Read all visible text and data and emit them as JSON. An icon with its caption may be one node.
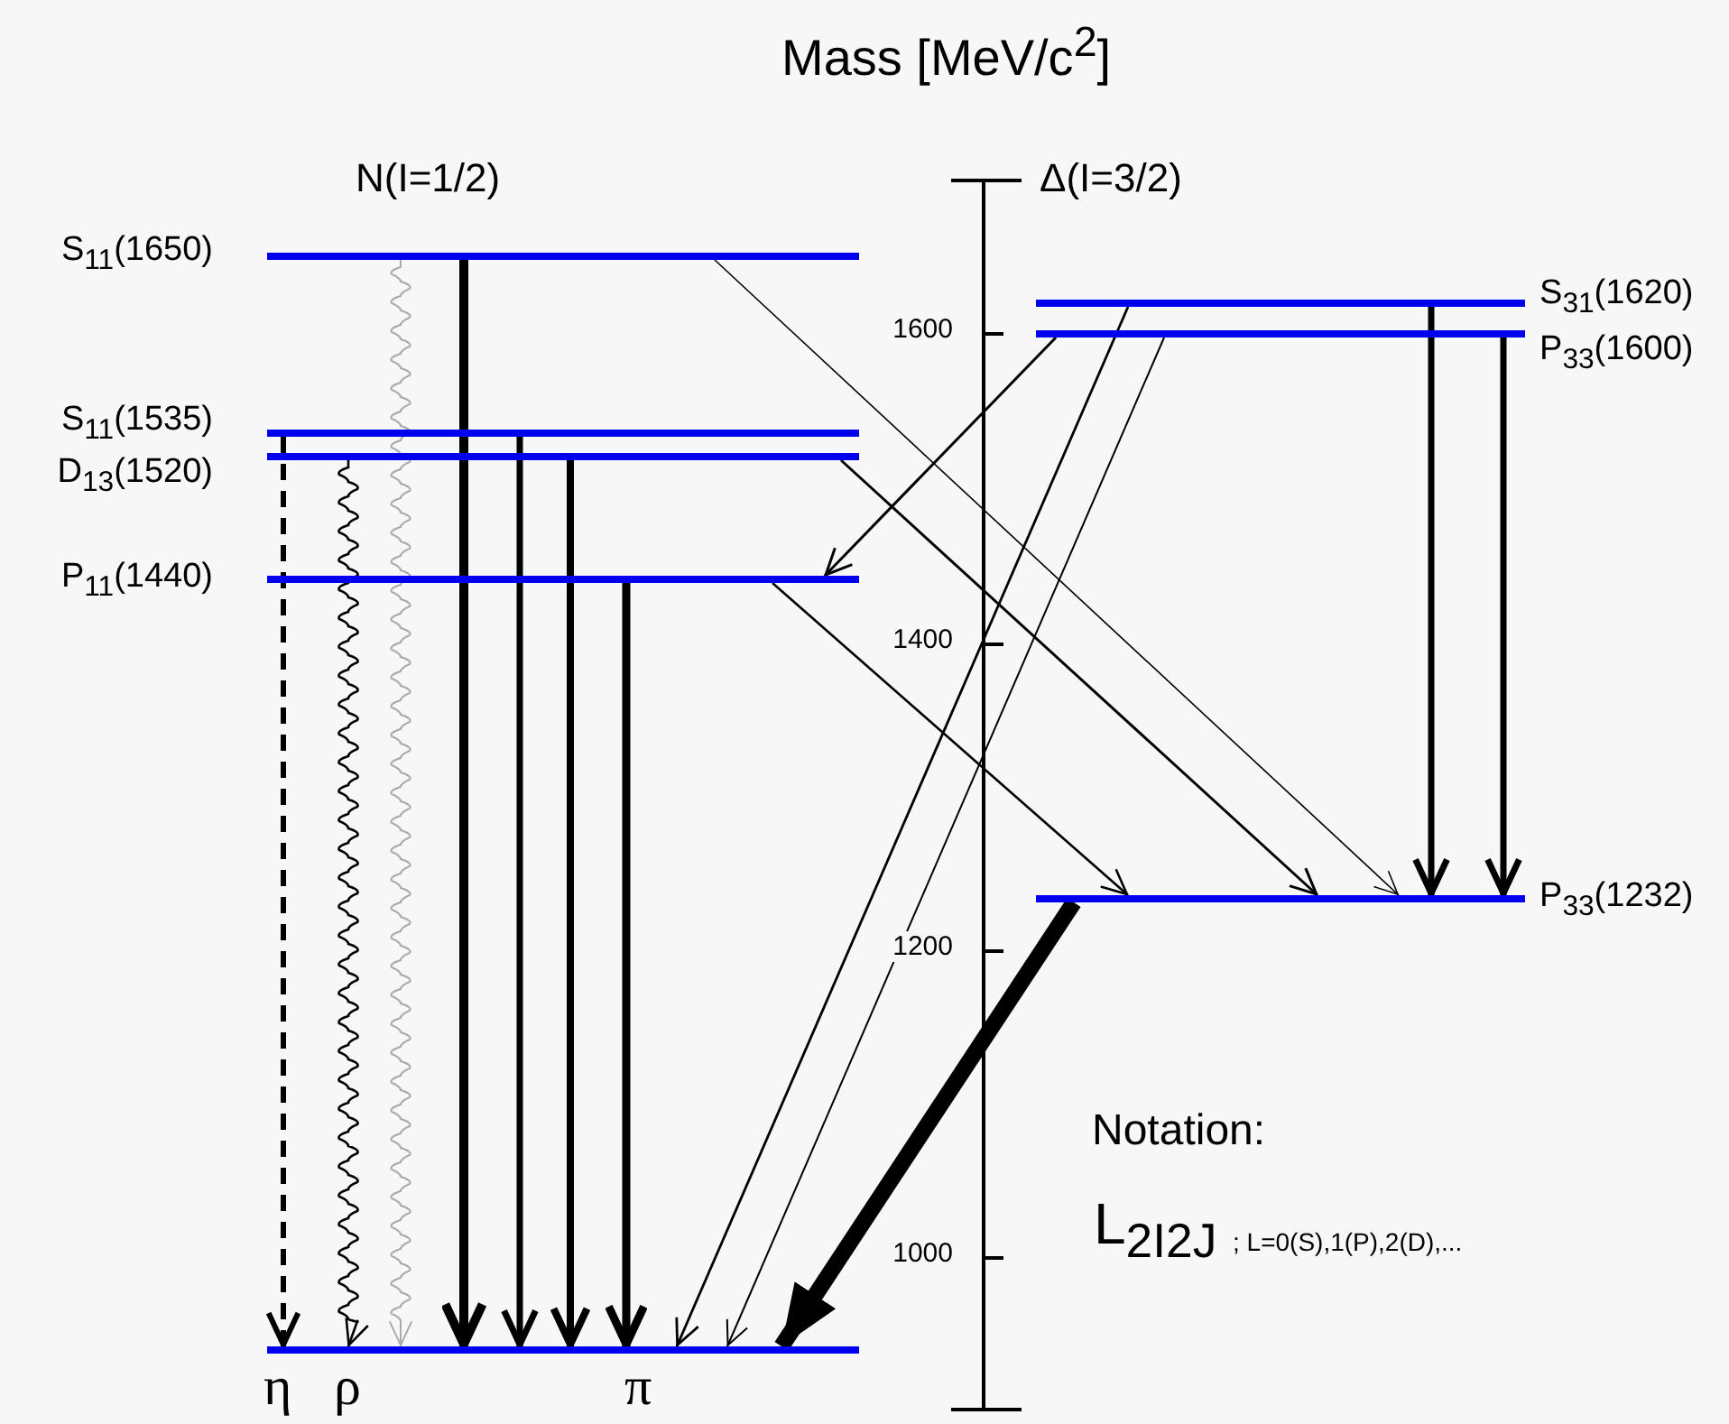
{
  "diagram": {
    "title": "Mass [MeV/c$^{2}$]",
    "nodes": [
      {
        "text": [
          "S$_{11}$(1650)"
        ]
      },
      {
        "text": [
          "S$_{11}$(1535)"
        ]
      },
      {
        "text": [
          "D$_{13}$(1520)"
        ]
      },
      {
        "text": [
          "P$_{11}$(1440)"
        ]
      },
      {
        "text": [],
        "shape": "bar"
      },
      {
        "text": [
          "S$_{31}$(1620)"
        ]
      },
      {
        "text": [
          "P$_{33}$(1600)"
        ]
      },
      {
        "text": [
          "P$_{33}$(1232)"
        ]
      }
    ],
    "edges": [
      {
        "from": 1,
        "to": 4,
        "arrow": "to",
        "style": "dashed"
      },
      {
        "from": 2,
        "to": 4,
        "arrow": "to"
      },
      {
        "from": 0,
        "to": 4,
        "arrow": "to",
        "color": "#aaaaaa"
      },
      {
        "from": 0,
        "to": 4,
        "arrow": "to",
        "style": "thick"
      },
      {
        "from": 1,
        "to": 4,
        "arrow": "to",
        "style": "thick"
      },
      {
        "from": 2,
        "to": 4,
        "arrow": "to",
        "style": "thick"
      },
      {
        "from": 3,
        "to": 4,
        "arrow": "to",
        "style": "thick"
      },
      {
        "from": 5,
        "to": 4,
        "arrow": "to"
      },
      {
        "from": 6,
        "to": 4,
        "arrow": "to"
      },
      {
        "from": 7,
        "to": 4,
        "arrow": "to",
        "style": "thick"
      },
      {
        "from": 6,
        "to": 3,
        "arrow": "to"
      },
      {
        "from": 0,
        "to": 7,
        "arrow": "to"
      },
      {
        "from": 2,
        "to": 7,
        "arrow": "to"
      },
      {
        "from": 3,
        "to": 7,
        "arrow": "to"
      },
      {
        "from": 5,
        "to": 7,
        "arrow": "to",
        "style": "thick"
      },
      {
        "from": 6,
        "to": 7,
        "arrow": "to",
        "style": "thick"
      }
    ],
    "labels": [
      "N(I=1/2)",
      "Δ(I=3/2)",
      "1600",
      "1400",
      "1200",
      "Notation:",
      "L$_{2I2J}$",
      "; L=0(S),1(P),2(D),...",
      "1000",
      "η",
      "ρ",
      "π"
    ]
  }
}
